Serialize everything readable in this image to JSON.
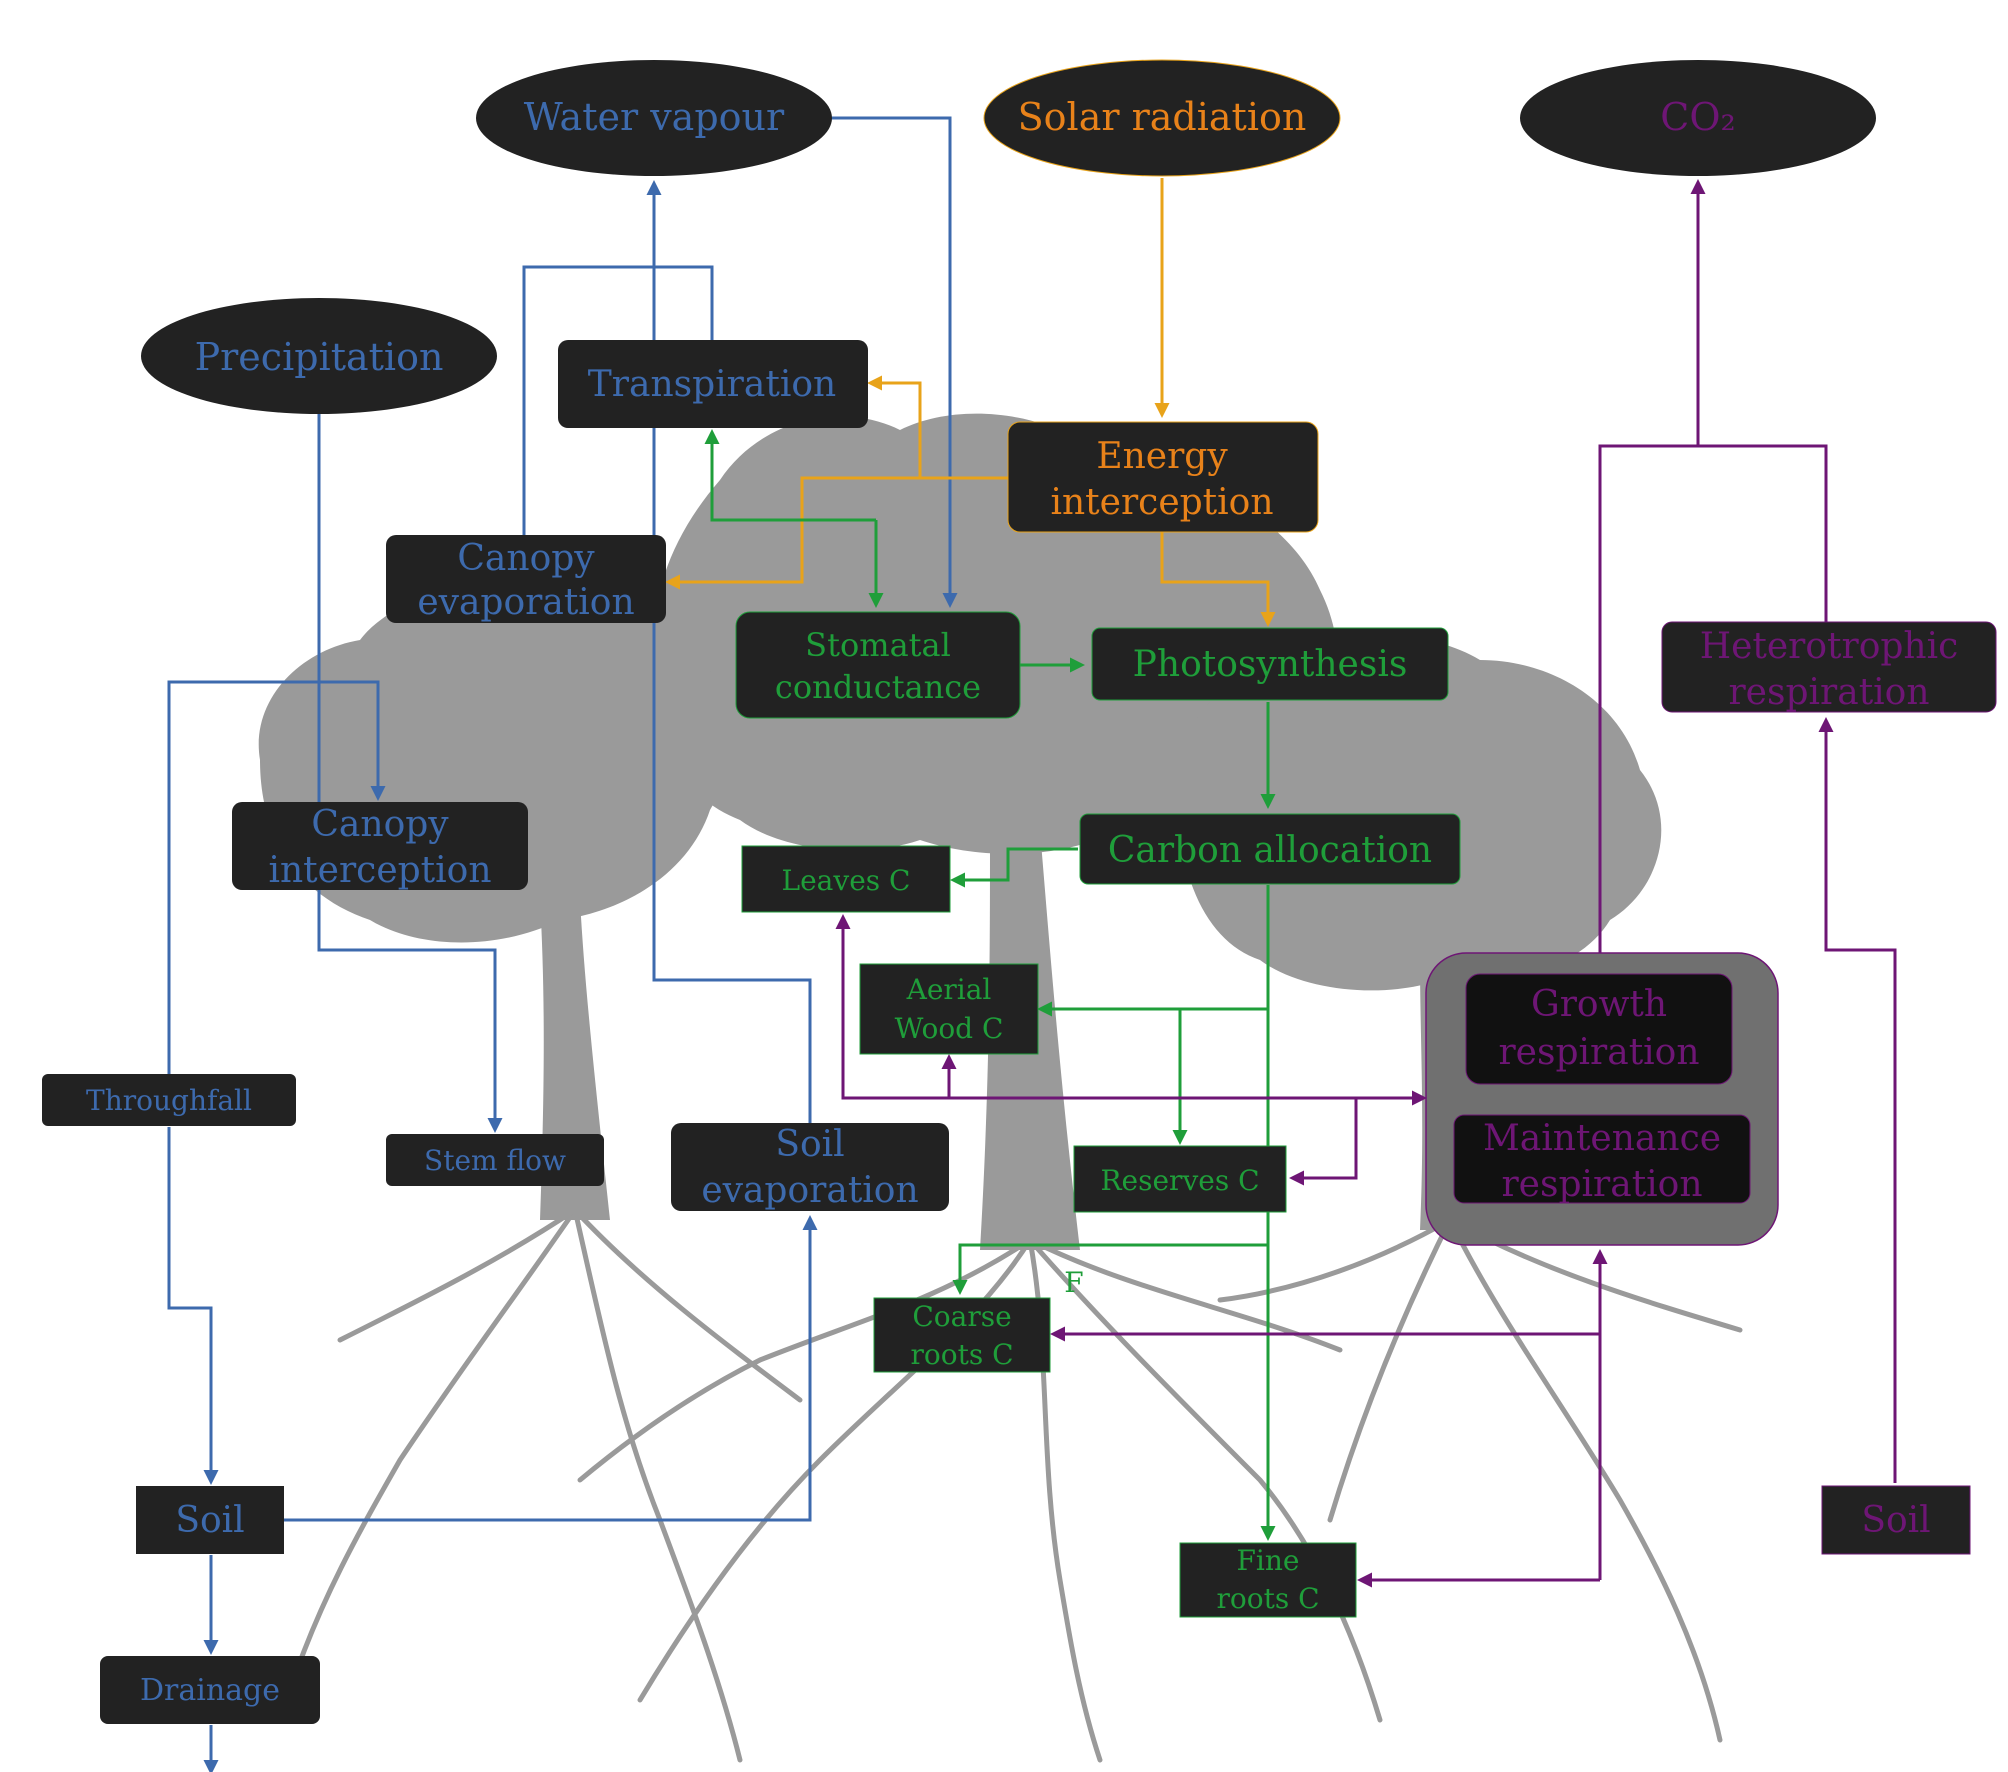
{
  "colors": {
    "water": "#3d6aad",
    "energy": "#e8a31a",
    "energy_text": "#e8821a",
    "carbon": "#1f9e3a",
    "respiration": "#6e1675",
    "node_fill": "#222222",
    "tree": "#9a9a9a",
    "respiration_panel": "#707070"
  },
  "nodes": {
    "water_vapour": "Water vapour",
    "solar_radiation": "Solar radiation",
    "co2": "CO₂",
    "precipitation": "Precipitation",
    "transpiration": "Transpiration",
    "energy_interception_1": "Energy",
    "energy_interception_2": "interception",
    "canopy_evaporation_1": "Canopy",
    "canopy_evaporation_2": "evaporation",
    "stomatal_conductance_1": "Stomatal",
    "stomatal_conductance_2": "conductance",
    "photosynthesis": "Photosynthesis",
    "heterotrophic_respiration_1": "Heterotrophic",
    "heterotrophic_respiration_2": "respiration",
    "canopy_interception_1": "Canopy",
    "canopy_interception_2": "interception",
    "carbon_allocation": "Carbon allocation",
    "leaves_c": "Leaves C",
    "aerial_wood_c_1": "Aerial",
    "aerial_wood_c_2": "Wood C",
    "growth_respiration_1": "Growth",
    "growth_respiration_2": "respiration",
    "maintenance_respiration_1": "Maintenance",
    "maintenance_respiration_2": "respiration",
    "throughfall": "Throughfall",
    "stem_flow": "Stem flow",
    "soil_evaporation_1": "Soil",
    "soil_evaporation_2": "evaporation",
    "reserves_c": "Reserves C",
    "coarse_roots_c_1": "Coarse",
    "coarse_roots_c_2": "roots C",
    "stray_letter": "F",
    "soil_left": "Soil",
    "soil_right": "Soil",
    "drainage": "Drainage",
    "fine_roots_c_1": "Fine",
    "fine_roots_c_2": "roots C"
  },
  "flow_groups": [
    "water",
    "energy",
    "carbon",
    "respiration"
  ]
}
